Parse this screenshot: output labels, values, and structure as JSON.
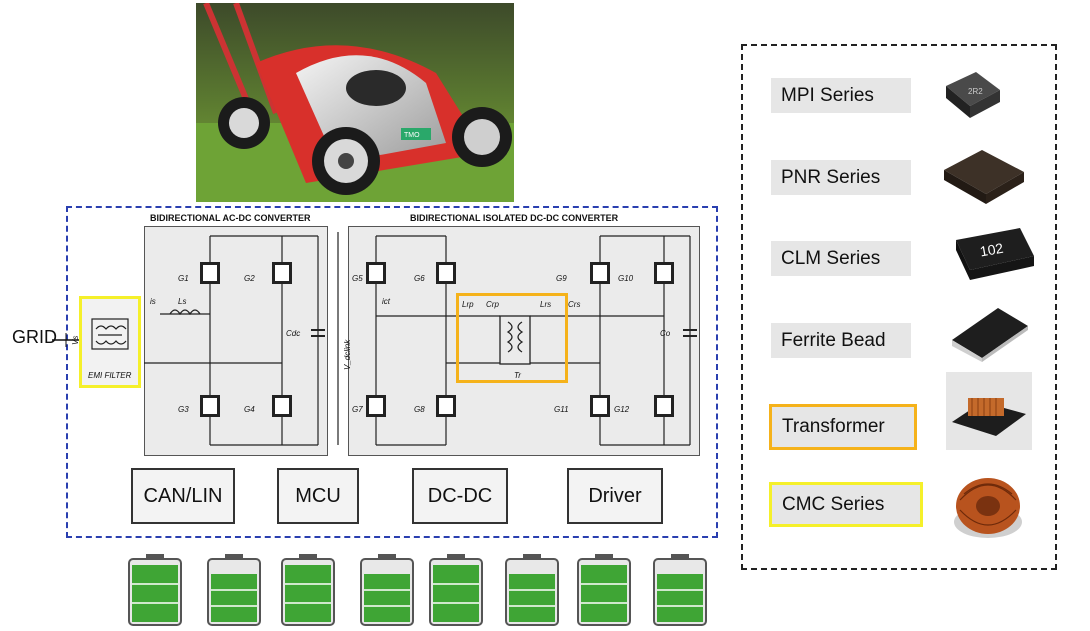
{
  "input_label": "GRID",
  "emi_filter_label": "EMI FILTER",
  "converters": {
    "ac_dc_title": "BIDIRECTIONAL AC-DC CONVERTER",
    "dc_dc_title": "BIDIRECTIONAL ISOLATED DC-DC CONVERTER"
  },
  "component_labels": {
    "g1": "G1",
    "g2": "G2",
    "g3": "G3",
    "g4": "G4",
    "g5": "G5",
    "g6": "G6",
    "g7": "G7",
    "g8": "G8",
    "g9": "G9",
    "g10": "G10",
    "g11": "G11",
    "g12": "G12",
    "is": "is",
    "ls": "Ls",
    "cdc": "Cdc",
    "vdclink": "V_dclink",
    "ict": "ict",
    "lrp": "Lrp",
    "crp": "Crp",
    "lrs": "Lrs",
    "crs": "Crs",
    "tr": "Tr",
    "co": "Co",
    "vs": "Vs"
  },
  "blocks": [
    "CAN/LIN",
    "MCU",
    "DC-DC",
    "Driver"
  ],
  "legend": [
    {
      "label": "MPI Series",
      "highlight": "none",
      "icon": "smd-power-inductor-icon"
    },
    {
      "label": "PNR Series",
      "highlight": "none",
      "icon": "molded-inductor-icon"
    },
    {
      "label": "CLM Series",
      "highlight": "none",
      "icon": "clm-inductor-icon",
      "marking": "102"
    },
    {
      "label": "Ferrite Bead",
      "highlight": "none",
      "icon": "ferrite-bead-icon"
    },
    {
      "label": "Transformer",
      "highlight": "orange",
      "icon": "transformer-icon"
    },
    {
      "label": "CMC Series",
      "highlight": "yellow",
      "icon": "toroid-choke-icon"
    }
  ],
  "batteries": [
    {
      "level": 0.95
    },
    {
      "level": 0.8
    },
    {
      "level": 0.95
    },
    {
      "level": 0.8
    },
    {
      "level": 0.95
    },
    {
      "level": 0.8
    },
    {
      "level": 0.95
    },
    {
      "level": 0.8
    }
  ],
  "colors": {
    "frame_blue": "#2a3fb0",
    "highlight_yellow": "#f5f02a",
    "highlight_orange": "#f5b21a",
    "battery_green": "#3fa535",
    "legend_bg": "#e6e6e6"
  },
  "mower_badge": "TMO"
}
